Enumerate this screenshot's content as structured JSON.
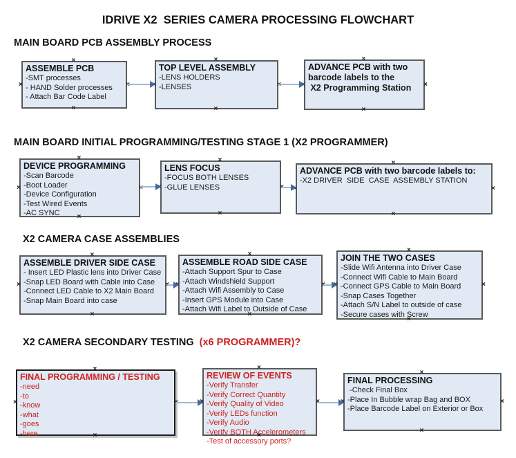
{
  "title": "IDRIVE X2  SERIES CAMERA PROCESSING FLOWCHART",
  "handle_glyph": "×",
  "colors": {
    "box_fill": "#e0e9f4",
    "red_text": "#cc2222",
    "connector_line": "#a3b8d0",
    "connector_arrow": "#44699d"
  },
  "sections": [
    {
      "heading": "MAIN BOARD PCB ASSEMBLY PROCESS",
      "boxes": [
        {
          "title": "ASSEMBLE PCB",
          "items": [
            "-SMT processes",
            "- HAND Solder processes",
            "- Attach Bar Code Label"
          ]
        },
        {
          "title": "TOP LEVEL ASSEMBLY",
          "items": [
            "-LENS HOLDERS",
            "-LENSES"
          ]
        },
        {
          "title": "ADVANCE PCB with two",
          "items": [
            "barcode labels to the",
            " X2 Programming Station"
          ]
        }
      ]
    },
    {
      "heading": "MAIN BOARD INITIAL PROGRAMMING/TESTING STAGE 1 (X2 PROGRAMMER)",
      "boxes": [
        {
          "title": "DEVICE PROGRAMMING",
          "items": [
            "-Scan Barcode",
            "-Boot Loader",
            "-Device Configuration",
            "-Test Wired Events",
            "-AC SYNC"
          ]
        },
        {
          "title": "LENS FOCUS",
          "items": [
            "-FOCUS BOTH LENSES",
            "-GLUE LENSES"
          ]
        },
        {
          "title": "ADVANCE PCB with two barcode labels to:",
          "items": [
            "-X2 DRIVER  SIDE  CASE  ASSEMBLY STATION"
          ]
        }
      ]
    },
    {
      "heading": "X2 CAMERA CASE ASSEMBLIES",
      "boxes": [
        {
          "title": "ASSEMBLE DRIVER SIDE CASE",
          "items": [
            "- Insert LED Plastic lens into Driver Case",
            "-Snap LED Board with Cable into Case",
            "-Connect LED Cable to X2 Main Board",
            "-Snap Main Board into case"
          ]
        },
        {
          "title": "ASSEMBLE ROAD SIDE CASE",
          "items": [
            "-Attach Support Spur to Case",
            "-Attach Windshield Support",
            "-Attach Wifi Assembly to Case",
            "-Insert GPS Module into Case",
            "-Attach Wifi Label to Outside of Case"
          ]
        },
        {
          "title": "JOIN THE TWO CASES",
          "items": [
            "-Slide Wifi Antenna into Driver Case",
            "-Connect Wifi Cable to Main Board",
            "-Connect GPS Cable to Main Board",
            "-Snap Cases Together",
            "-Attach S/N Label to outside of case",
            "-Secure cases with Screw"
          ]
        }
      ]
    },
    {
      "heading": "X2 CAMERA SECONDARY TESTING ",
      "heading_suffix": " (x6 PROGRAMMER)?",
      "boxes": [
        {
          "title": "FINAL PROGRAMMING / TESTING",
          "items": [
            "-need",
            "-to",
            "-know",
            "-what",
            "-goes",
            "-here"
          ]
        },
        {
          "title": "REVIEW OF EVENTS",
          "items": [
            "-Verify Transfer",
            "-Verify Correct Quantity",
            "-Verify Quality of Video",
            "-Verify LEDs function",
            "-Verify Audio",
            "-Verify BOTH Accelerometers",
            "-Test of accessory ports?"
          ]
        },
        {
          "title": "FINAL PROCESSING",
          "items": [
            " -Check Final Box",
            "-Place In Bubble wrap Bag and BOX",
            "-Place Barcode Label on Exterior or Box"
          ]
        }
      ]
    }
  ]
}
